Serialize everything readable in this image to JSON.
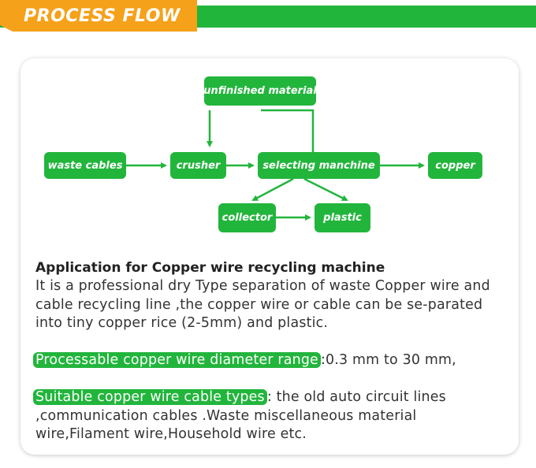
{
  "header": {
    "title": "PROCESS FLOW"
  },
  "flow": {
    "nodes": {
      "unfinished": "unfinished material",
      "waste": "waste cables",
      "crusher": "crusher",
      "selecting": "selecting manchine",
      "copper": "copper",
      "collector": "collector",
      "plastic": "plastic"
    }
  },
  "content": {
    "heading": "Application for Copper wire recycling machine",
    "description": "It is a professional dry Type separation of waste Copper wire and cable recycling line ,the copper wire or cable can be se-parated into tiny copper rice (2-5mm) and plastic.",
    "range_label": "Processable copper wire diameter range",
    "range_value": ":0.3 mm to 30 mm,",
    "types_label": "Suitable copper wire cable types",
    "types_value": ": the old auto circuit lines ,communication cables .Waste miscellaneous material wire,Filament wire,Household wire etc."
  },
  "colors": {
    "green": "#22b53c",
    "orange": "#f5a11a",
    "text": "#333333"
  }
}
